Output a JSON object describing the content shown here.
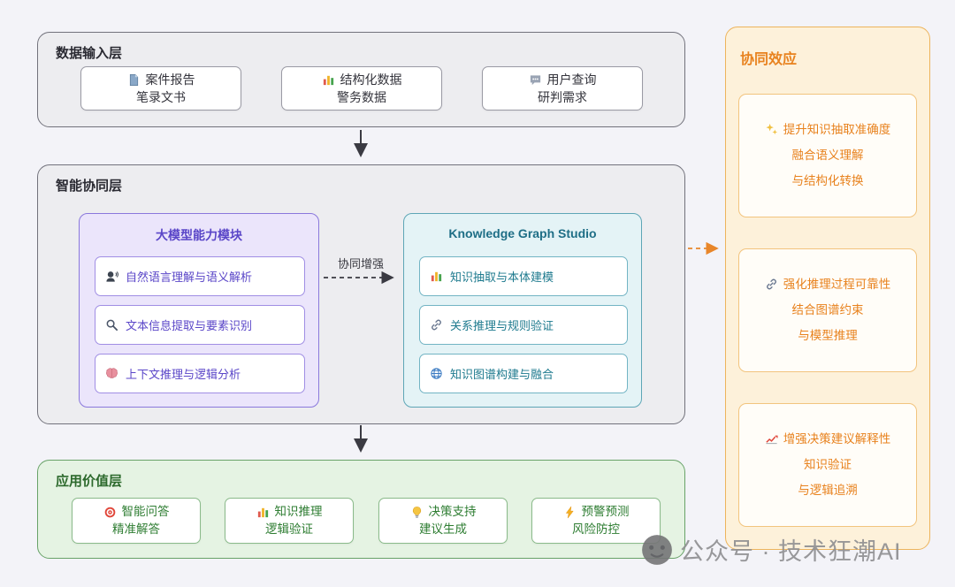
{
  "layers": {
    "input": {
      "title": "数据输入层",
      "cards": [
        {
          "icon": "document",
          "line1": "案件报告",
          "line2": "笔录文书"
        },
        {
          "icon": "bar-chart",
          "line1": "结构化数据",
          "line2": "警务数据"
        },
        {
          "icon": "speech-bubble",
          "line1": "用户查询",
          "line2": "研判需求"
        }
      ]
    },
    "collab": {
      "title": "智能协同层",
      "synergy_arrow_label": "协同增强",
      "llm_module": {
        "title": "大模型能力模块",
        "items": [
          {
            "icon": "speaking-head",
            "label": "自然语言理解与语义解析"
          },
          {
            "icon": "magnifier",
            "label": "文本信息提取与要素识别"
          },
          {
            "icon": "brain",
            "label": "上下文推理与逻辑分析"
          }
        ]
      },
      "kg_module": {
        "title": "Knowledge Graph Studio",
        "items": [
          {
            "icon": "bar-chart",
            "label": "知识抽取与本体建模"
          },
          {
            "icon": "link",
            "label": "关系推理与规则验证"
          },
          {
            "icon": "globe",
            "label": "知识图谱构建与融合"
          }
        ]
      }
    },
    "value": {
      "title": "应用价值层",
      "cards": [
        {
          "icon": "target",
          "line1": "智能问答",
          "line2": "精准解答"
        },
        {
          "icon": "bar-chart",
          "line1": "知识推理",
          "line2": "逻辑验证"
        },
        {
          "icon": "lightbulb",
          "line1": "决策支持",
          "line2": "建议生成"
        },
        {
          "icon": "lightning",
          "line1": "预警预测",
          "line2": "风险防控"
        }
      ]
    },
    "synergy": {
      "title": "协同效应",
      "cards": [
        {
          "icon": "sparkles",
          "line1": "提升知识抽取准确度",
          "line2": "融合语义理解",
          "line3": "与结构化转换"
        },
        {
          "icon": "link",
          "line1": "强化推理过程可靠性",
          "line2": "结合图谱约束",
          "line3": "与模型推理"
        },
        {
          "icon": "chart-increasing",
          "line1": "增强决策建议解释性",
          "line2": "知识验证",
          "line3": "与逻辑追溯"
        }
      ]
    }
  },
  "watermark": {
    "text": "公众号 · 技术狂潮AI"
  },
  "colors": {
    "purple_accent": "#5a46c8",
    "teal_accent": "#1e7a8e",
    "green_accent": "#2e7d32",
    "orange_accent": "#e8821e",
    "layer_border_gray": "#72727c"
  }
}
